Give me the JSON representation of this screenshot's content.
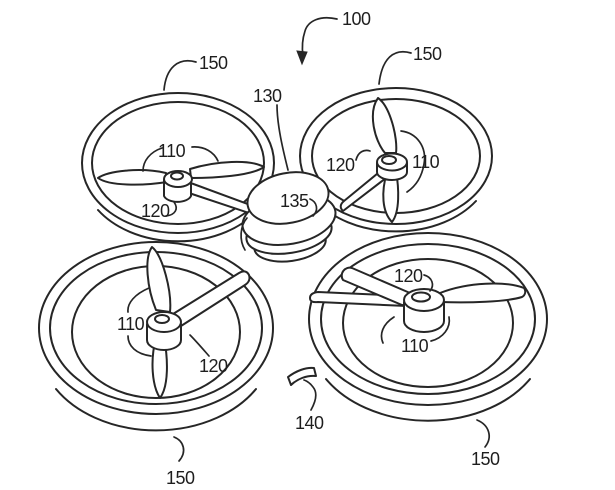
{
  "figure": {
    "type": "patent-line-drawing",
    "subject": "Quadcopter drone with four ducted rotors, center body and mount",
    "colors": {
      "background": "#ffffff",
      "line": "#262626",
      "text": "#1e1e1e"
    },
    "reference_numerals": {
      "100": "drone assembly",
      "110": "propeller",
      "120": "motor hub",
      "130": "center body",
      "135": "body housing dome",
      "140": "mount hook",
      "150": "duct ring"
    },
    "labels": [
      {
        "id": "ref-100",
        "text": "100"
      },
      {
        "id": "ref-150-top-left",
        "text": "150"
      },
      {
        "id": "ref-150-top-right",
        "text": "150"
      },
      {
        "id": "ref-130",
        "text": "130"
      },
      {
        "id": "ref-110-top-left",
        "text": "110"
      },
      {
        "id": "ref-120-top-left",
        "text": "120"
      },
      {
        "id": "ref-120-top-right",
        "text": "120"
      },
      {
        "id": "ref-110-top-right",
        "text": "110"
      },
      {
        "id": "ref-135",
        "text": "135"
      },
      {
        "id": "ref-110-bottom-left",
        "text": "110"
      },
      {
        "id": "ref-120-bottom-left",
        "text": "120"
      },
      {
        "id": "ref-120-bottom-right",
        "text": "120"
      },
      {
        "id": "ref-110-bottom-right",
        "text": "110"
      },
      {
        "id": "ref-140",
        "text": "140"
      },
      {
        "id": "ref-150-bottom-left",
        "text": "150"
      },
      {
        "id": "ref-150-bottom-right",
        "text": "150"
      }
    ]
  }
}
